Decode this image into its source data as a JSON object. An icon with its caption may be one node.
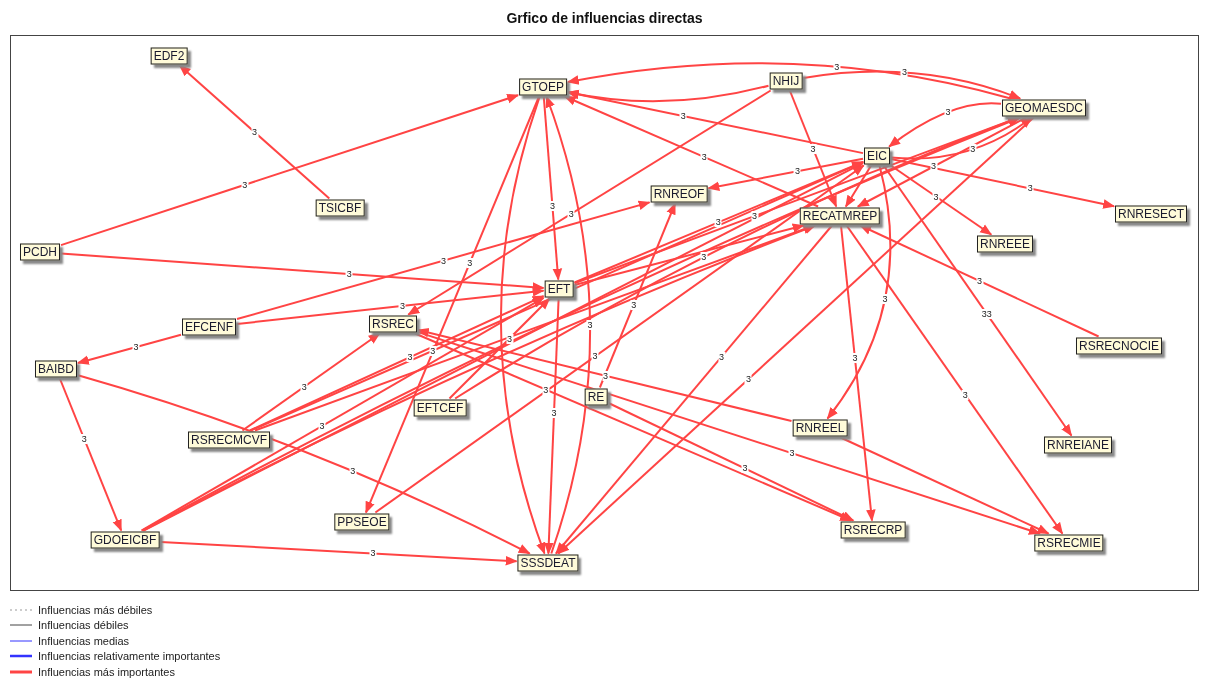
{
  "diagram": {
    "title": "Grfico de influencias directas",
    "nodes": [
      {
        "text": [
          "EDF2"
        ]
      },
      {
        "text": [
          "GTOEP"
        ]
      },
      {
        "text": [
          "NHIJ"
        ]
      },
      {
        "text": [
          "GEOMAESDC"
        ]
      },
      {
        "text": [
          "EIC"
        ]
      },
      {
        "text": [
          "TSICBF"
        ]
      },
      {
        "text": [
          "RNREOF"
        ]
      },
      {
        "text": [
          "RECATMREP"
        ]
      },
      {
        "text": [
          "RNRESECT"
        ]
      },
      {
        "text": [
          "RNREEE"
        ]
      },
      {
        "text": [
          "PCDH"
        ]
      },
      {
        "text": [
          "EFT"
        ]
      },
      {
        "text": [
          "EFCENF"
        ]
      },
      {
        "text": [
          "RSREC"
        ]
      },
      {
        "text": [
          "RSRECNOCIE"
        ]
      },
      {
        "text": [
          "BAIBD"
        ]
      },
      {
        "text": [
          "RE"
        ]
      },
      {
        "text": [
          "EFTCEF"
        ]
      },
      {
        "text": [
          "RSRECMCVF"
        ]
      },
      {
        "text": [
          "RNREEL"
        ]
      },
      {
        "text": [
          "RNREIANE"
        ]
      },
      {
        "text": [
          "PPSEOE"
        ]
      },
      {
        "text": [
          "GDOEICBF"
        ]
      },
      {
        "text": [
          "RSRECRP"
        ]
      },
      {
        "text": [
          "RSRECMIE"
        ]
      },
      {
        "text": [
          "SSSDEAT"
        ]
      }
    ],
    "edges": [
      {
        "from": 5,
        "to": 0,
        "arrow": "to",
        "label": "3"
      },
      {
        "from": 10,
        "to": 1,
        "arrow": "to",
        "label": "3"
      },
      {
        "from": 10,
        "to": 11,
        "arrow": "to",
        "label": "3"
      },
      {
        "from": 12,
        "to": 15,
        "arrow": "to",
        "label": "3"
      },
      {
        "from": 12,
        "to": 11,
        "arrow": "to",
        "label": "3"
      },
      {
        "from": 12,
        "to": 6,
        "arrow": "to",
        "label": "3"
      },
      {
        "from": 15,
        "to": 22,
        "arrow": "to",
        "label": "3"
      },
      {
        "from": 15,
        "to": 25,
        "arrow": "to",
        "label": "3"
      },
      {
        "from": 18,
        "to": 13,
        "arrow": "to",
        "label": "3"
      },
      {
        "from": 18,
        "to": 11,
        "arrow": "to",
        "label": "3"
      },
      {
        "from": 18,
        "to": 4,
        "arrow": "to",
        "label": "3"
      },
      {
        "from": 18,
        "to": 7,
        "arrow": "to"
      },
      {
        "from": 22,
        "to": 25,
        "arrow": "to",
        "label": "3"
      },
      {
        "from": 22,
        "to": 11,
        "arrow": "to",
        "label": "3"
      },
      {
        "from": 22,
        "to": 4,
        "arrow": "to"
      },
      {
        "from": 22,
        "to": 3,
        "arrow": "to"
      },
      {
        "from": 22,
        "to": 7,
        "arrow": "to"
      },
      {
        "from": 1,
        "to": 11,
        "arrow": "to",
        "label": "3"
      },
      {
        "from": 11,
        "to": 25,
        "arrow": "to",
        "label": "3"
      },
      {
        "from": 1,
        "to": 25,
        "arrow": "to"
      },
      {
        "from": 25,
        "to": 1,
        "arrow": "to",
        "label": "3"
      },
      {
        "from": 1,
        "to": 21,
        "arrow": "to",
        "label": "3"
      },
      {
        "from": 2,
        "to": 1,
        "arrow": "to"
      },
      {
        "from": 2,
        "to": 3,
        "arrow": "to",
        "label": "3"
      },
      {
        "from": 2,
        "to": 13,
        "arrow": "to",
        "label": "3"
      },
      {
        "from": 2,
        "to": 7,
        "arrow": "to",
        "label": "3"
      },
      {
        "from": 3,
        "to": 1,
        "arrow": "to",
        "label": "3"
      },
      {
        "from": 4,
        "to": 1,
        "arrow": "to",
        "label": "3"
      },
      {
        "from": 7,
        "to": 1,
        "arrow": "to",
        "label": "3"
      },
      {
        "from": 4,
        "to": 3,
        "arrow": "to",
        "label": "3"
      },
      {
        "from": 3,
        "to": 4,
        "arrow": "to",
        "label": "3"
      },
      {
        "from": 4,
        "to": 6,
        "arrow": "to",
        "label": "3"
      },
      {
        "from": 4,
        "to": 8,
        "arrow": "to",
        "label": "3"
      },
      {
        "from": 4,
        "to": 9,
        "arrow": "to",
        "label": "3"
      },
      {
        "from": 4,
        "to": 20,
        "arrow": "to",
        "label": "33"
      },
      {
        "from": 4,
        "to": 19,
        "arrow": "to",
        "label": "3"
      },
      {
        "from": 4,
        "to": 7,
        "arrow": "to"
      },
      {
        "from": 3,
        "to": 25,
        "arrow": "to",
        "label": "3"
      },
      {
        "from": 16,
        "to": 6,
        "arrow": "to",
        "label": "3"
      },
      {
        "from": 16,
        "to": 23,
        "arrow": "to",
        "label": "3"
      },
      {
        "from": 19,
        "to": 13,
        "arrow": "to",
        "label": "3"
      },
      {
        "from": 13,
        "to": 23,
        "arrow": "to",
        "label": "3"
      },
      {
        "from": 13,
        "to": 24,
        "arrow": "to",
        "label": "3"
      },
      {
        "from": 7,
        "to": 23,
        "arrow": "to",
        "label": "3"
      },
      {
        "from": 7,
        "to": 24,
        "arrow": "to",
        "label": "3"
      },
      {
        "from": 14,
        "to": 7,
        "arrow": "to",
        "label": "3"
      },
      {
        "from": 7,
        "to": 25,
        "arrow": "to",
        "label": "3"
      },
      {
        "from": 17,
        "to": 11,
        "arrow": "to",
        "label": "3"
      },
      {
        "from": 17,
        "to": 3,
        "arrow": "to",
        "label": "3"
      },
      {
        "from": 19,
        "to": 24,
        "arrow": "to"
      },
      {
        "from": 11,
        "to": 4,
        "arrow": "to",
        "label": "3"
      },
      {
        "from": 11,
        "to": 3,
        "arrow": "to",
        "label": "3"
      },
      {
        "from": 11,
        "to": 7,
        "arrow": "to"
      },
      {
        "from": 21,
        "to": 4,
        "arrow": "to",
        "label": "3"
      },
      {
        "from": 3,
        "to": 7,
        "arrow": "to",
        "label": "3"
      }
    ],
    "legend": [
      {
        "text": "Influencias más débiles"
      },
      {
        "text": "Influencias débiles"
      },
      {
        "text": "Influencias medias"
      },
      {
        "text": "Influencias relativamente importantes"
      },
      {
        "text": "Influencias más importantes"
      }
    ]
  }
}
